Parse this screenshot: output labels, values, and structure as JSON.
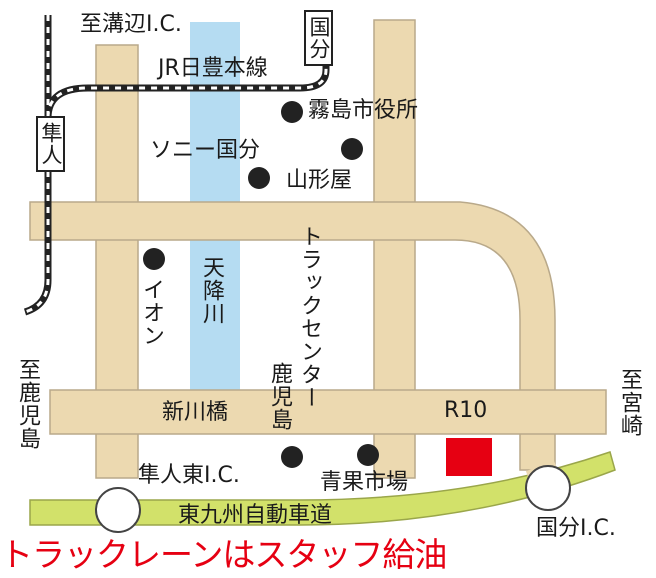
{
  "colors": {
    "road": "#ecd9b0",
    "road_edge": "#b9a98a",
    "river": "#b5dcf2",
    "expressway": "#d2e16a",
    "location_marker": "#e60012",
    "caption": "#e60012",
    "railway": "#222222"
  },
  "labels": {
    "to_mizobe_ic": "至溝辺I.C.",
    "kokubu_station": "国分",
    "jr_line": "JR日豊本線",
    "hayato_station": "隼人",
    "kirishima_city_hall": "霧島市役所",
    "sony_kokubu": "ソニー国分",
    "yamagataya": "山形屋",
    "aeon": "イオン",
    "amori_river": "天降川",
    "truck_center": "トラックセンター",
    "kagoshima": "鹿児島",
    "to_kagoshima": "至鹿児島",
    "shinkawa_bridge": "新川橋",
    "route_r10": "R10",
    "to_miyazaki": "至宮崎",
    "hayato_higashi_ic": "隼人東I.C.",
    "seika_market": "青果市場",
    "higashi_kyushu_expressway": "東九州自動車道",
    "kokubu_ic": "国分I.C."
  },
  "caption": "トラックレーンはスタッフ給油",
  "icons": {
    "landmark": "black-dot-icon",
    "interchange": "circle-icon",
    "destination": "red-square-icon"
  }
}
